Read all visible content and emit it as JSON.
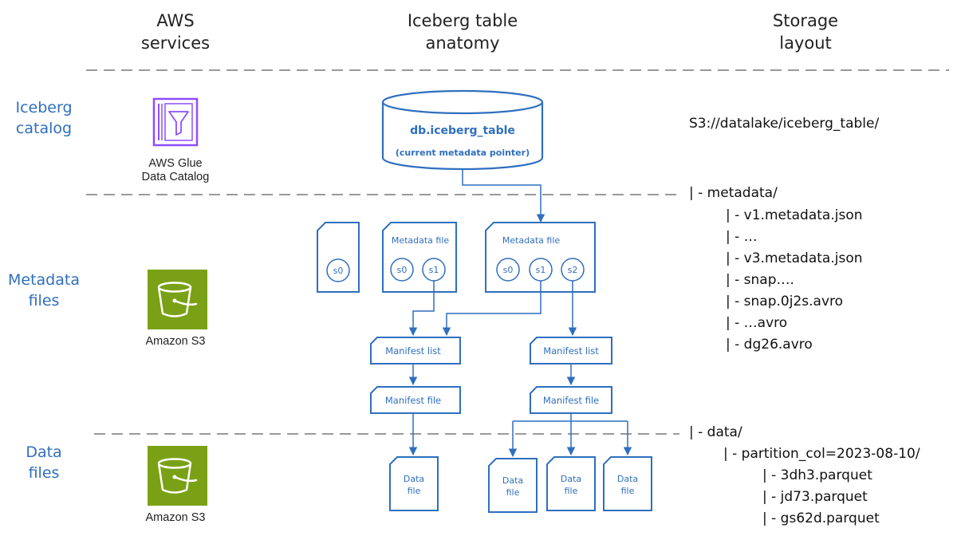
{
  "columns": {
    "services": "AWS\nservices",
    "anatomy": "Iceberg table\nanatomy",
    "storage": "Storage\nlayout"
  },
  "rows": {
    "catalog": "Iceberg\ncatalog",
    "metadata": "Metadata\nfiles",
    "data": "Data\nfiles"
  },
  "services": {
    "glue": "AWS Glue\nData Catalog",
    "s3_metadata": "Amazon S3",
    "s3_data": "Amazon S3"
  },
  "table": {
    "name": "db.iceberg_table",
    "pointer": "(current metadata pointer)"
  },
  "metadata_files": {
    "standalone_snapshot": "s0",
    "file1": {
      "title": "Metadata file",
      "snapshots": [
        "s0",
        "s1"
      ]
    },
    "file2": {
      "title": "Metadata file",
      "snapshots": [
        "s0",
        "s1",
        "s2"
      ]
    }
  },
  "manifests": {
    "list_left": "Manifest list",
    "list_right": "Manifest list",
    "file_left": "Manifest file",
    "file_right": "Manifest file"
  },
  "data_files": [
    "Data\nfile",
    "Data\nfile",
    "Data\nfile",
    "Data\nfile"
  ],
  "storage_layout": {
    "root": "S3://datalake/iceberg_table/",
    "metadata_dir": "| - metadata/",
    "metadata_entries": [
      "| - v1.metadata.json",
      "| - …",
      "| - v3.metadata.json",
      "| - snap….",
      "| - snap.0j2s.avro",
      "| - …avro",
      "| - dg26.avro"
    ],
    "data_dir": "| - data/",
    "partition": "| - partition_col=2023-08-10/",
    "data_entries": [
      "| - 3dh3.parquet",
      "| - jd73.parquet",
      "| - gs62d.parquet"
    ]
  },
  "colors": {
    "blue": "#2f6fbe",
    "glue_purple": "#8c4fff",
    "s3_green": "#7aa116",
    "divider": "#999999"
  }
}
